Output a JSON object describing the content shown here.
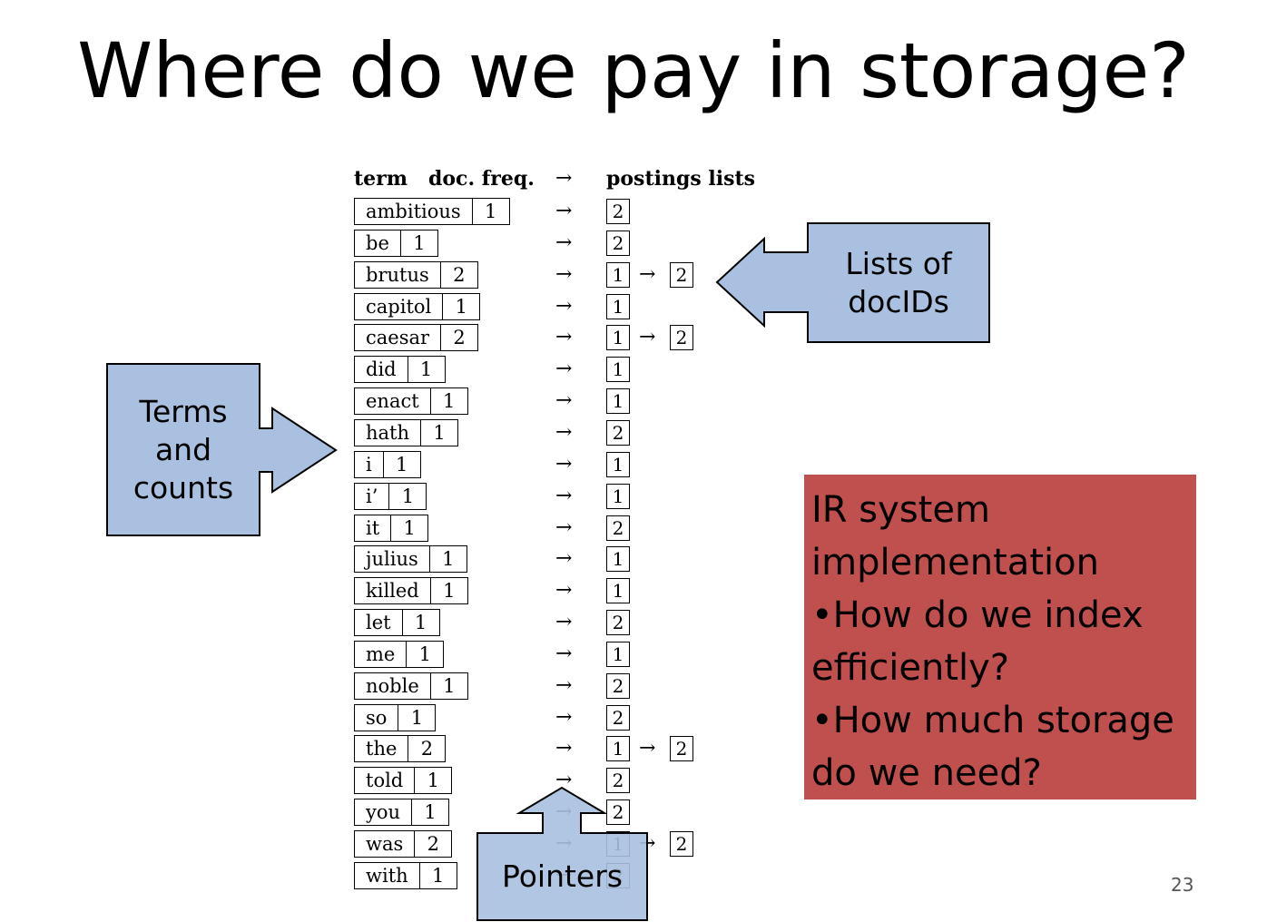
{
  "title": "Where do we pay in storage?",
  "table": {
    "header_term": "term",
    "header_freq": "doc. freq.",
    "header_arrow": "→",
    "header_postings": "postings lists",
    "pointer_arrow": "→",
    "rows": [
      {
        "term": "ambitious",
        "freq": "1",
        "postings": [
          "2"
        ]
      },
      {
        "term": "be",
        "freq": "1",
        "postings": [
          "2"
        ]
      },
      {
        "term": "brutus",
        "freq": "2",
        "postings": [
          "1",
          "2"
        ]
      },
      {
        "term": "capitol",
        "freq": "1",
        "postings": [
          "1"
        ]
      },
      {
        "term": "caesar",
        "freq": "2",
        "postings": [
          "1",
          "2"
        ]
      },
      {
        "term": "did",
        "freq": "1",
        "postings": [
          "1"
        ]
      },
      {
        "term": "enact",
        "freq": "1",
        "postings": [
          "1"
        ]
      },
      {
        "term": "hath",
        "freq": "1",
        "postings": [
          "2"
        ]
      },
      {
        "term": "i",
        "freq": "1",
        "postings": [
          "1"
        ]
      },
      {
        "term": "i’",
        "freq": "1",
        "postings": [
          "1"
        ]
      },
      {
        "term": "it",
        "freq": "1",
        "postings": [
          "2"
        ]
      },
      {
        "term": "julius",
        "freq": "1",
        "postings": [
          "1"
        ]
      },
      {
        "term": "killed",
        "freq": "1",
        "postings": [
          "1"
        ]
      },
      {
        "term": "let",
        "freq": "1",
        "postings": [
          "2"
        ]
      },
      {
        "term": "me",
        "freq": "1",
        "postings": [
          "1"
        ]
      },
      {
        "term": "noble",
        "freq": "1",
        "postings": [
          "2"
        ]
      },
      {
        "term": "so",
        "freq": "1",
        "postings": [
          "2"
        ]
      },
      {
        "term": "the",
        "freq": "2",
        "postings": [
          "1",
          "2"
        ]
      },
      {
        "term": "told",
        "freq": "1",
        "postings": [
          "2"
        ]
      },
      {
        "term": "you",
        "freq": "1",
        "postings": [
          "2"
        ]
      },
      {
        "term": "was",
        "freq": "2",
        "postings": [
          "1",
          "2"
        ]
      },
      {
        "term": "with",
        "freq": "1",
        "postings": [
          "2"
        ]
      }
    ]
  },
  "callouts": {
    "lists_of_docids": [
      "Lists of",
      "docIDs"
    ],
    "terms_and_counts": [
      "Terms",
      "and",
      "counts"
    ],
    "pointers": "Pointers"
  },
  "red_box": {
    "lines": [
      "IR system",
      "implementation",
      "•How do we index",
      "efficiently?",
      "•How much storage",
      "do we need?"
    ]
  },
  "page_number": "23",
  "colors": {
    "callout_fill": "#a9c0e0",
    "red_box_fill": "#c0504d"
  }
}
